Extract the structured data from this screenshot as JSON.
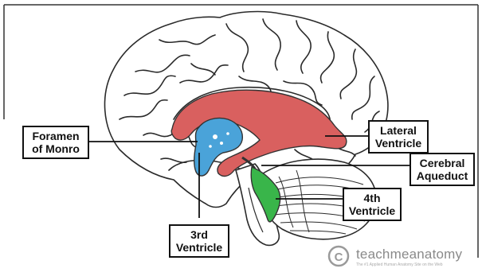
{
  "labels": {
    "foramen_of_monro": [
      "Foramen",
      "of Monro"
    ],
    "lateral_ventricle": [
      "Lateral",
      "Ventricle"
    ],
    "cerebral_aqueduct": [
      "Cerebral",
      "Aqueduct"
    ],
    "fourth_ventricle": [
      "4th",
      "Ventricle"
    ],
    "third_ventricle": [
      "3rd",
      "Ventricle"
    ]
  },
  "watermark": {
    "symbol": "C",
    "name": "teachmeanatomy",
    "tagline": "The #1 Applied Human Anatomy Site on the Web"
  },
  "colors": {
    "lateral_ventricle": "#d9605f",
    "third_ventricle": "#4aa3d9",
    "fourth_ventricle": "#39b54a",
    "outline": "#2a2a2a",
    "label_border": "#111111",
    "watermark": "#8a8a8a"
  }
}
